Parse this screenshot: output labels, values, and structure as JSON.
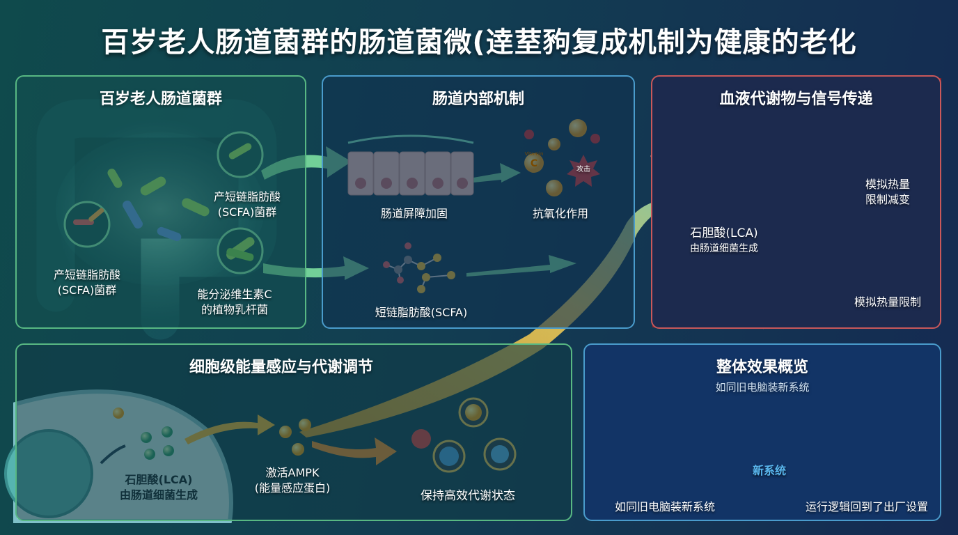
{
  "title": "百岁老人肠道菌群的肠道菌微(逹荎豞复成机制为健康的老化",
  "panel_gut": {
    "title": "百岁老人肠道菌群",
    "scfa_right_1": "产短链脂肪酸",
    "scfa_right_2": "(SCFA)菌群",
    "scfa_left_1": "产短链脂肪酸",
    "scfa_left_2": "(SCFA)菌群",
    "lacto_1": "能分泌维生素C",
    "lacto_2": "的植物乳杆菌"
  },
  "panel_mech": {
    "title": "肠道内部机制",
    "barrier": "肠道屏障加固",
    "antioxidant": "抗氧化作用",
    "scfa": "短链脂肪酸(SCFA)",
    "vitamin": "Vitamin",
    "c": "C",
    "attack": "攻击"
  },
  "panel_blood": {
    "title": "血液代谢物与信号传递",
    "cr_mimic_1": "模拟热量",
    "cr_mimic_2": "限制减变",
    "lca": "石胆酸(LCA)",
    "lca_sub": "由肠道细菌生成",
    "cr": "模拟热量限制"
  },
  "panel_cell": {
    "title": "细胞级能量感应与代谢调节",
    "lca": "石胆酸(LCA)",
    "lca_sub": "由肠道细菌生成",
    "ampk": "激活AMPK",
    "ampk_sub": "(能量感应蛋白)",
    "state": "保持高效代谢状态"
  },
  "panel_overview": {
    "title": "整体效果概览",
    "subtitle": "如同旧电脑装新系统",
    "new_system": "新系统",
    "old_pc": "如同旧电脑装新系统",
    "reset": "运行逻辑回到了出厂设置"
  },
  "colors": {
    "green": "#58b883",
    "blue": "#4a9ccc",
    "red": "#c9585a",
    "gold": "#f2b632"
  }
}
